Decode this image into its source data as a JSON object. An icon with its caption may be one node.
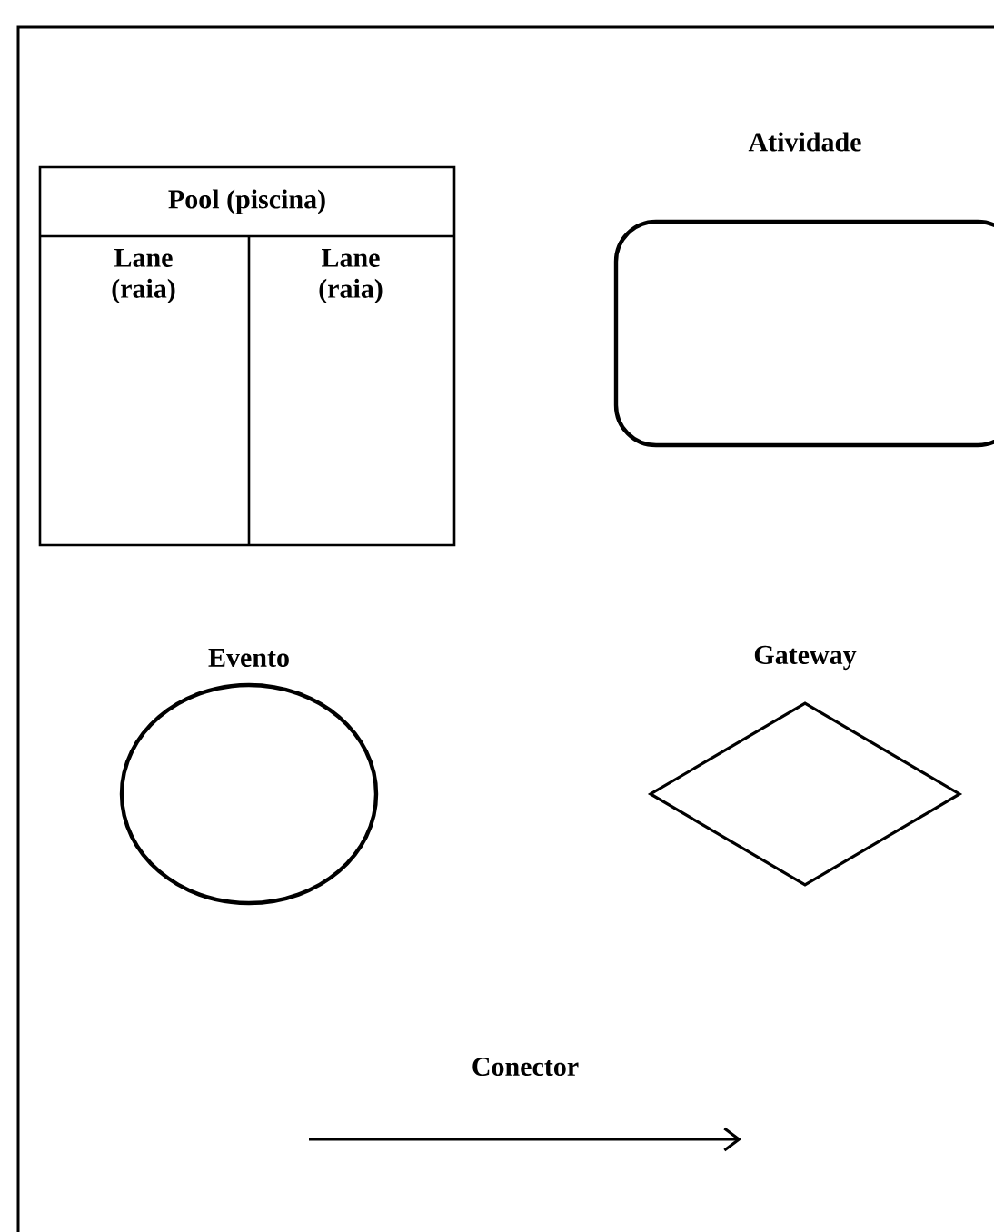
{
  "diagram": {
    "nodes": [
      {
        "text": [
          "Pool (piscina)"
        ]
      },
      {
        "text": [
          "Lane (raia)"
        ],
        "in": 0
      },
      {
        "text": [
          "Lane (raia)"
        ],
        "in": 0
      },
      {
        "text": [
          "Atividade"
        ]
      },
      {
        "text": [
          "Evento"
        ]
      },
      {
        "text": [
          "Gateway"
        ]
      }
    ],
    "labels": [
      "Conector"
    ]
  }
}
